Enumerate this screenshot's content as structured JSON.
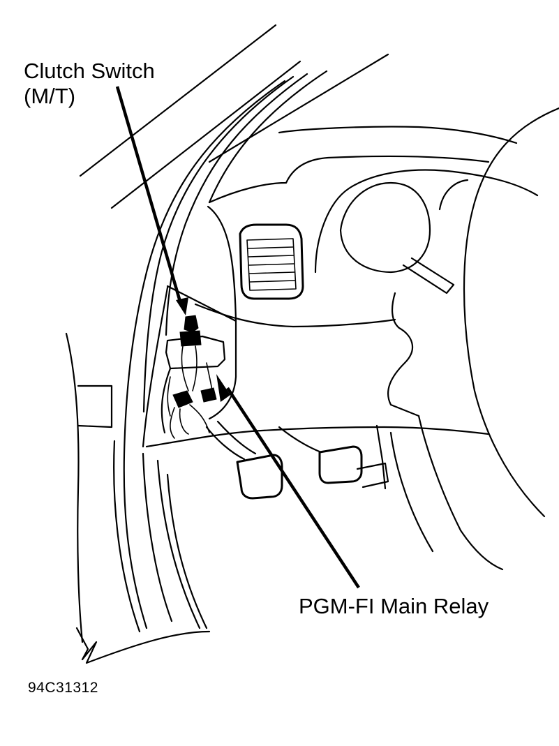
{
  "callouts": {
    "clutch_switch_line1": "Clutch Switch",
    "clutch_switch_line2": "(M/T)",
    "pgm_fi_main_relay": "PGM-FI Main Relay"
  },
  "figure_id": "94C31312"
}
